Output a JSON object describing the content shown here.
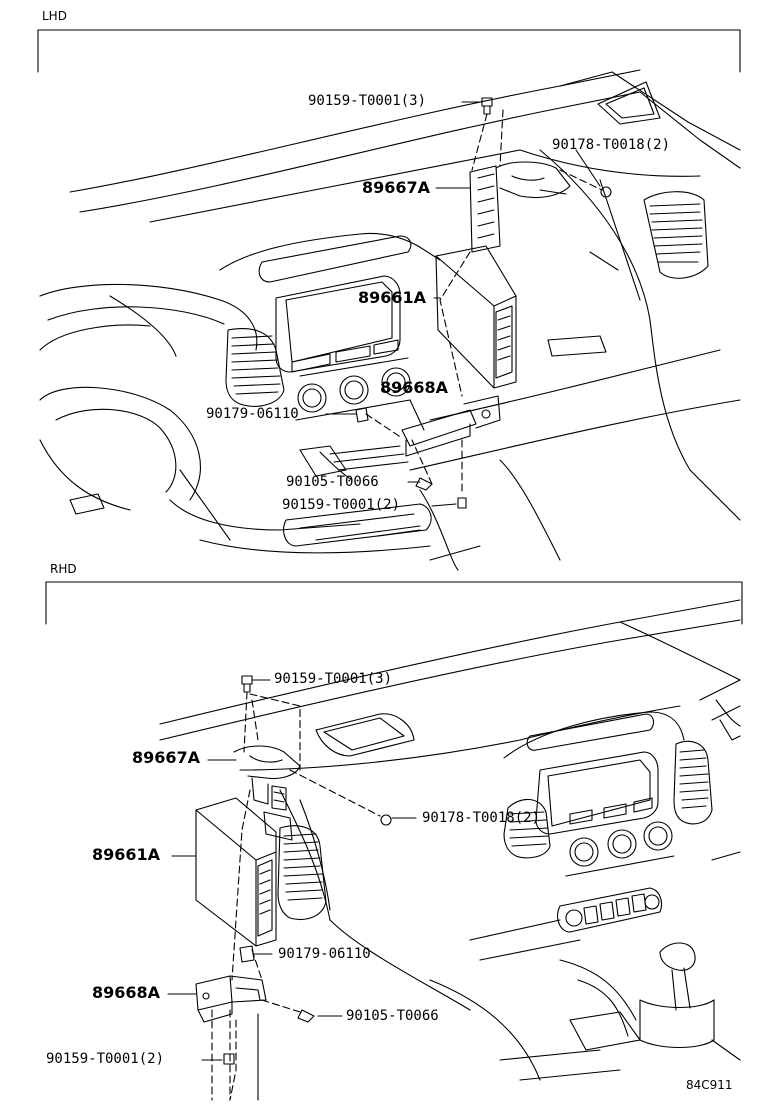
{
  "sections": {
    "lhd": {
      "label": "LHD"
    },
    "rhd": {
      "label": "RHD"
    }
  },
  "lhd_parts": {
    "p1": "90159-T0001(3)",
    "p2": "90178-T0018(2)",
    "p3": "89667A",
    "p4": "89661A",
    "p5": "89668A",
    "p6": "90179-06110",
    "p7": "90105-T0066",
    "p8": "90159-T0001(2)"
  },
  "rhd_parts": {
    "p1": "90159-T0001(3)",
    "p2": "89667A",
    "p3": "90178-T0018(2)",
    "p4": "89661A",
    "p5": "90179-06110",
    "p6": "89668A",
    "p7": "90105-T0066",
    "p8": "90159-T0001(2)"
  },
  "diagram_code": "84C911"
}
